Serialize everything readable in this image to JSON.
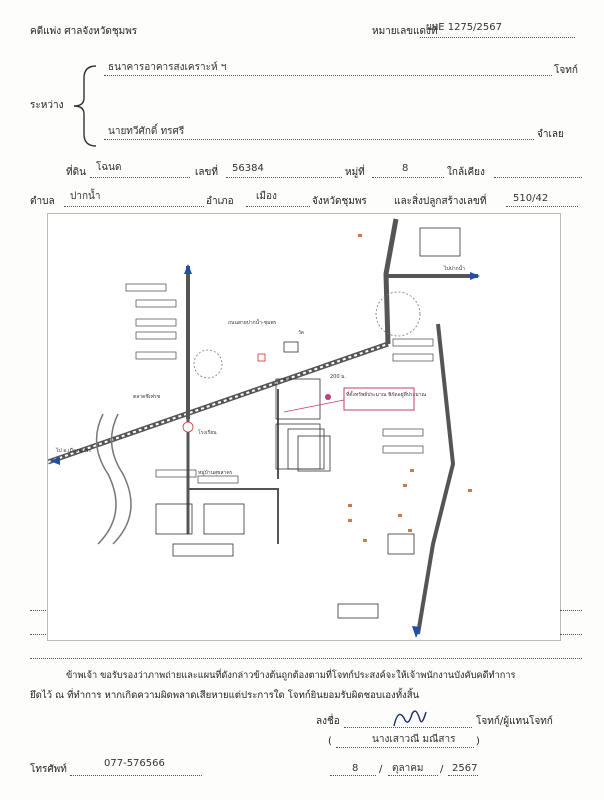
{
  "header": {
    "court_form_label": "คดีแพ่ง ศาลจังหวัดชุมพร",
    "case_no_label": "หมายเลขแดงที่",
    "case_no_value": "ผบE 1275/2567"
  },
  "parties": {
    "between_label": "ระหว่าง",
    "plaintiff_name": "ธนาคารอาคารสงเคราะห์ ฯ",
    "plaintiff_role": "โจทก์",
    "defendant_name": "นายทวีศักดิ์ ทรศรี",
    "defendant_role": "จำเลย"
  },
  "land": {
    "land_type_label": "ที่ดิน",
    "land_type_value": "โฉนด",
    "number_label": "เลขที่",
    "number_value": "56384",
    "moo_label": "หมู่ที่",
    "moo_value": "8",
    "near_label": "ใกล้เคียง",
    "tambon_label": "ตำบล",
    "tambon_value": "ปากน้ำ",
    "amphoe_label": "อำเภอ",
    "amphoe_value": "เมือง",
    "province_text": "จังหวัดชุมพร",
    "building_label": "และสิ่งปลูกสร้างเลขที่",
    "building_value": "510/42"
  },
  "map_labels": {
    "market": "ตลาดชีเฟรช",
    "village": "หมู่บ้านสุขสาคร",
    "house_label": "ที่ตั้งทรัพย์ประมาณ พิกัดอยู่ที่ประมาณ",
    "road_main": "ถนนสายปากน้ำ-ชุมพร",
    "distance": "200 ม.",
    "temple": "วัด",
    "school": "โรงเรียน",
    "to_chumphon": "ไป อ.เมืองชุมพร",
    "to_paknam": "ไปปากน้ำ"
  },
  "certification": {
    "line1": "ข้าพเจ้า ขอรับรองว่าภาพถ่ายและแผนที่ดังกล่าวข้างต้นถูกต้องตามที่โจทก์ประสงค์จะให้เจ้าพนักงานบังคับคดีทำการ",
    "line2": "ยึดไว้ ณ ที่ทำการ หากเกิดความผิดพลาดเสียหายแต่ประการใด โจทก์ยินยอมรับผิดชอบเองทั้งสิ้น"
  },
  "signature": {
    "sign_label": "ลงชื่อ",
    "signer_role": "โจทก์/ผู้แทนโจทก์",
    "signer_name": "นางเสาวณี มณีสาร",
    "open_paren": "(",
    "close_paren": ")"
  },
  "footer": {
    "phone_label": "โทรศัพท์",
    "phone_value": "077-576566",
    "date_day": "8",
    "date_sep1": "/",
    "date_month": "ตุลาคม",
    "date_sep2": "/",
    "date_year": "2567"
  },
  "colors": {
    "road": "#4a4a4a",
    "arrow": "#1f4fa8",
    "marker": "#d07a4a",
    "highlight": "#c23c7a"
  }
}
